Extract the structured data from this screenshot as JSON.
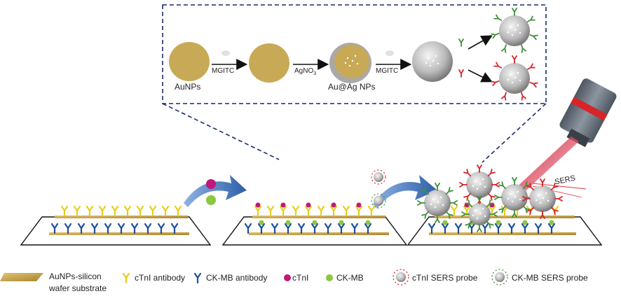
{
  "synthesis": {
    "aunps_label": "AuNPs",
    "mgitc_label_1": "MGITC",
    "agno3_label": "AgNO",
    "agno3_subscript": "3",
    "auag_label": "Au@Ag NPs",
    "mgitc_label_2": "MGITC"
  },
  "detection": {
    "sers_label": "SERS"
  },
  "legend": {
    "substrate_line1": "AuNPs-silicon",
    "substrate_line2": "wafer substrate",
    "ctni_antibody": "cTnI antibody",
    "ckmb_antibody": "CK-MB antibody",
    "ctni": "cTnI",
    "ckmb": "CK-MB",
    "ctni_probe": "cTnI SERS probe",
    "ckmb_probe": "CK-MB  SERS probe"
  },
  "colors": {
    "gold": "#c8a955",
    "ctni_antibody": "#e8cf1a",
    "ckmb_antibody": "#1f4f9c",
    "ctni": "#c2177a",
    "ckmb": "#8dc63f",
    "probe_red": "#d6252b",
    "probe_green": "#3f8f3a",
    "dashed_frame": "#1a2a6c",
    "flow_arrow": "#3a6fb5",
    "laser": "#e0303a"
  }
}
